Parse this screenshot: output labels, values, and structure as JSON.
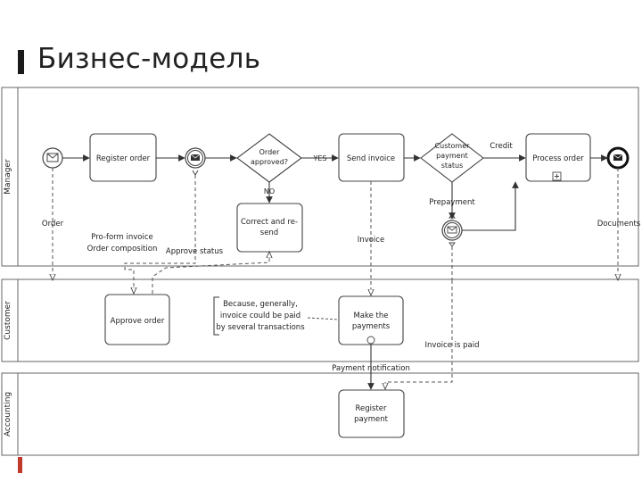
{
  "slide": {
    "title": "Бизнес-модель"
  },
  "lanes": {
    "manager": "Manager",
    "customer": "Customer",
    "accounting": "Accounting"
  },
  "tasks": {
    "register_order": "Register order",
    "send_invoice": "Send invoice",
    "process_order": "Process order",
    "correct_resend_1": "Correct and re-",
    "correct_resend_2": "send",
    "approve_order": "Approve order",
    "make_payments_1": "Make the",
    "make_payments_2": "payments",
    "register_payment_1": "Register",
    "register_payment_2": "payment"
  },
  "gateways": {
    "order_approved_1": "Order",
    "order_approved_2": "approved?",
    "payment_status_1": "Customer",
    "payment_status_2": "payment",
    "payment_status_3": "status"
  },
  "labels": {
    "yes": "YES",
    "no": "NO",
    "credit": "Credit",
    "prepayment": "Prepayment",
    "order": "Order",
    "proforma_1": "Pro-form invoice",
    "proforma_2": "Order composition",
    "approve_status": "Approve status",
    "invoice": "Invoice",
    "documents": "Documents",
    "invoice_paid": "Invoice is paid",
    "payment_notification": "Payment notification"
  },
  "annotation": {
    "line1": "Because, generally,",
    "line2": "invoice could be paid",
    "line3": "by several transactions"
  },
  "colors": {
    "accent": "#c0392b",
    "stroke": "#333333"
  }
}
